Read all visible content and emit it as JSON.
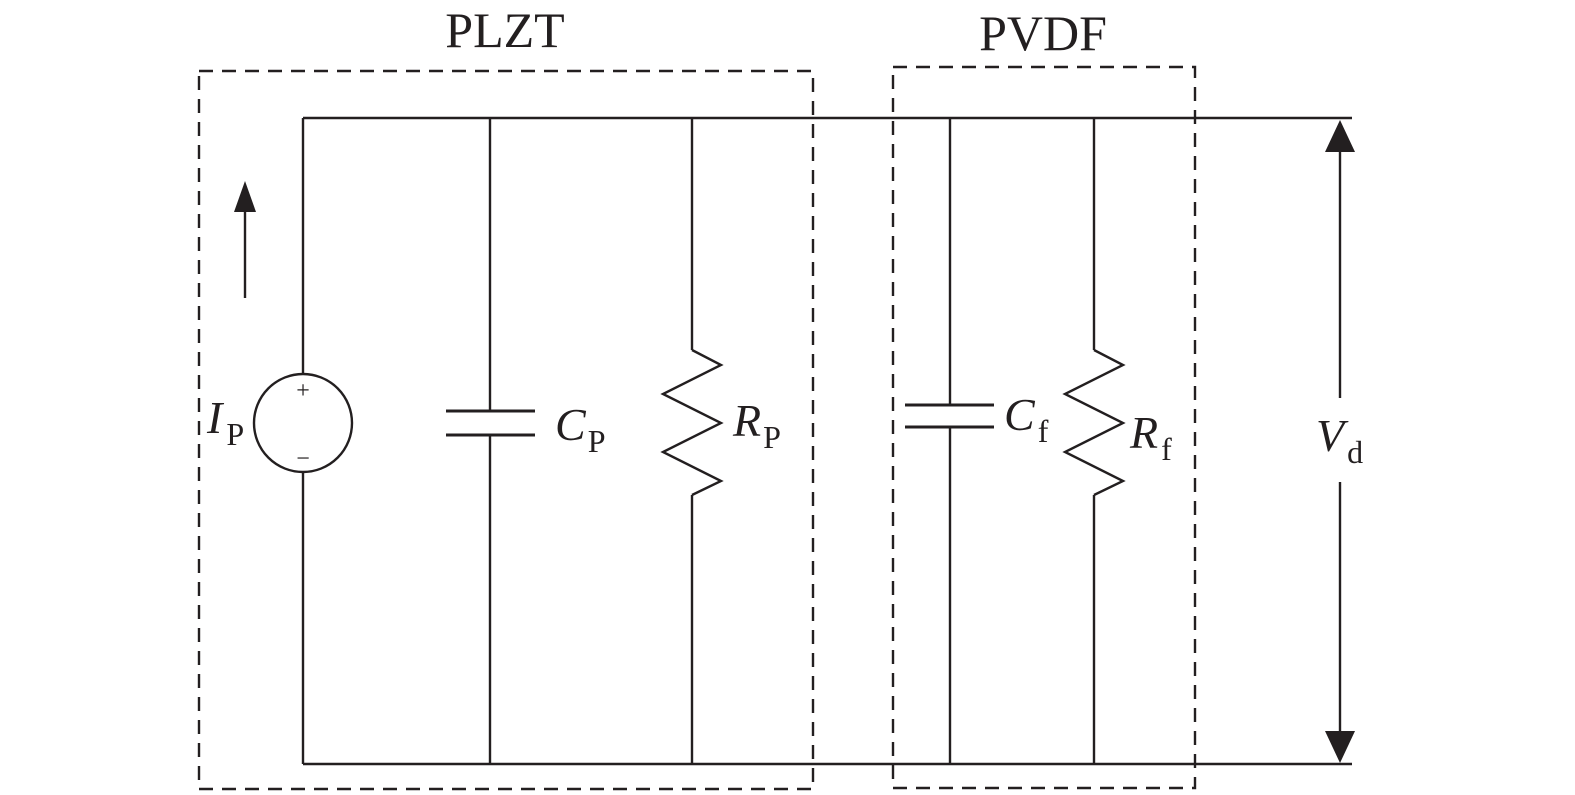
{
  "blocks": {
    "plzt_label": "PLZT",
    "pvdf_label": "PVDF"
  },
  "components": {
    "current_source": {
      "symbol": "I",
      "subscript": "P",
      "plus": "+",
      "minus": "−"
    },
    "capacitor_p": {
      "symbol": "C",
      "subscript": "P"
    },
    "resistor_p": {
      "symbol": "R",
      "subscript": "P"
    },
    "capacitor_f": {
      "symbol": "C",
      "subscript": "f"
    },
    "resistor_f": {
      "symbol": "R",
      "subscript": "f"
    },
    "voltage": {
      "symbol": "V",
      "subscript": "d"
    }
  },
  "colors": {
    "ink": "#231f20",
    "background": "#ffffff"
  }
}
